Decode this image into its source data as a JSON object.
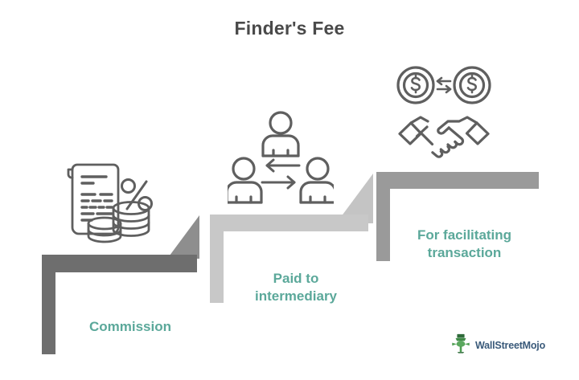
{
  "title": "Finder's Fee",
  "theme": {
    "background": "#ffffff",
    "title_color": "#4a4a4a",
    "label_color": "#5ba89a",
    "icon_stroke": "#5f5f5f",
    "logo_mark_color": "#4f9e53",
    "logo_text_color": "#3a5a7a"
  },
  "steps": [
    {
      "id": "commission",
      "label": "Commission",
      "color": "#6e6e6e",
      "icon_name": "invoice-percent-coins-icon",
      "order": 1
    },
    {
      "id": "paid-to-intermediary",
      "label": "Paid to\nintermediary",
      "color": "#c8c8c8",
      "icon_name": "people-exchange-icon",
      "order": 2
    },
    {
      "id": "for-facilitating-transaction",
      "label": "For facilitating\ntransaction",
      "color": "#9a9a9a",
      "icon_name": "dollar-handshake-icon",
      "order": 3
    }
  ],
  "connectors": [
    {
      "id": "connector-1-2",
      "color": "#8e8e8e"
    },
    {
      "id": "connector-2-3",
      "color": "#c4c4c4"
    }
  ],
  "logo": {
    "text": "WallStreetMojo",
    "mark": "wallstreetmojo-logo-mark"
  }
}
